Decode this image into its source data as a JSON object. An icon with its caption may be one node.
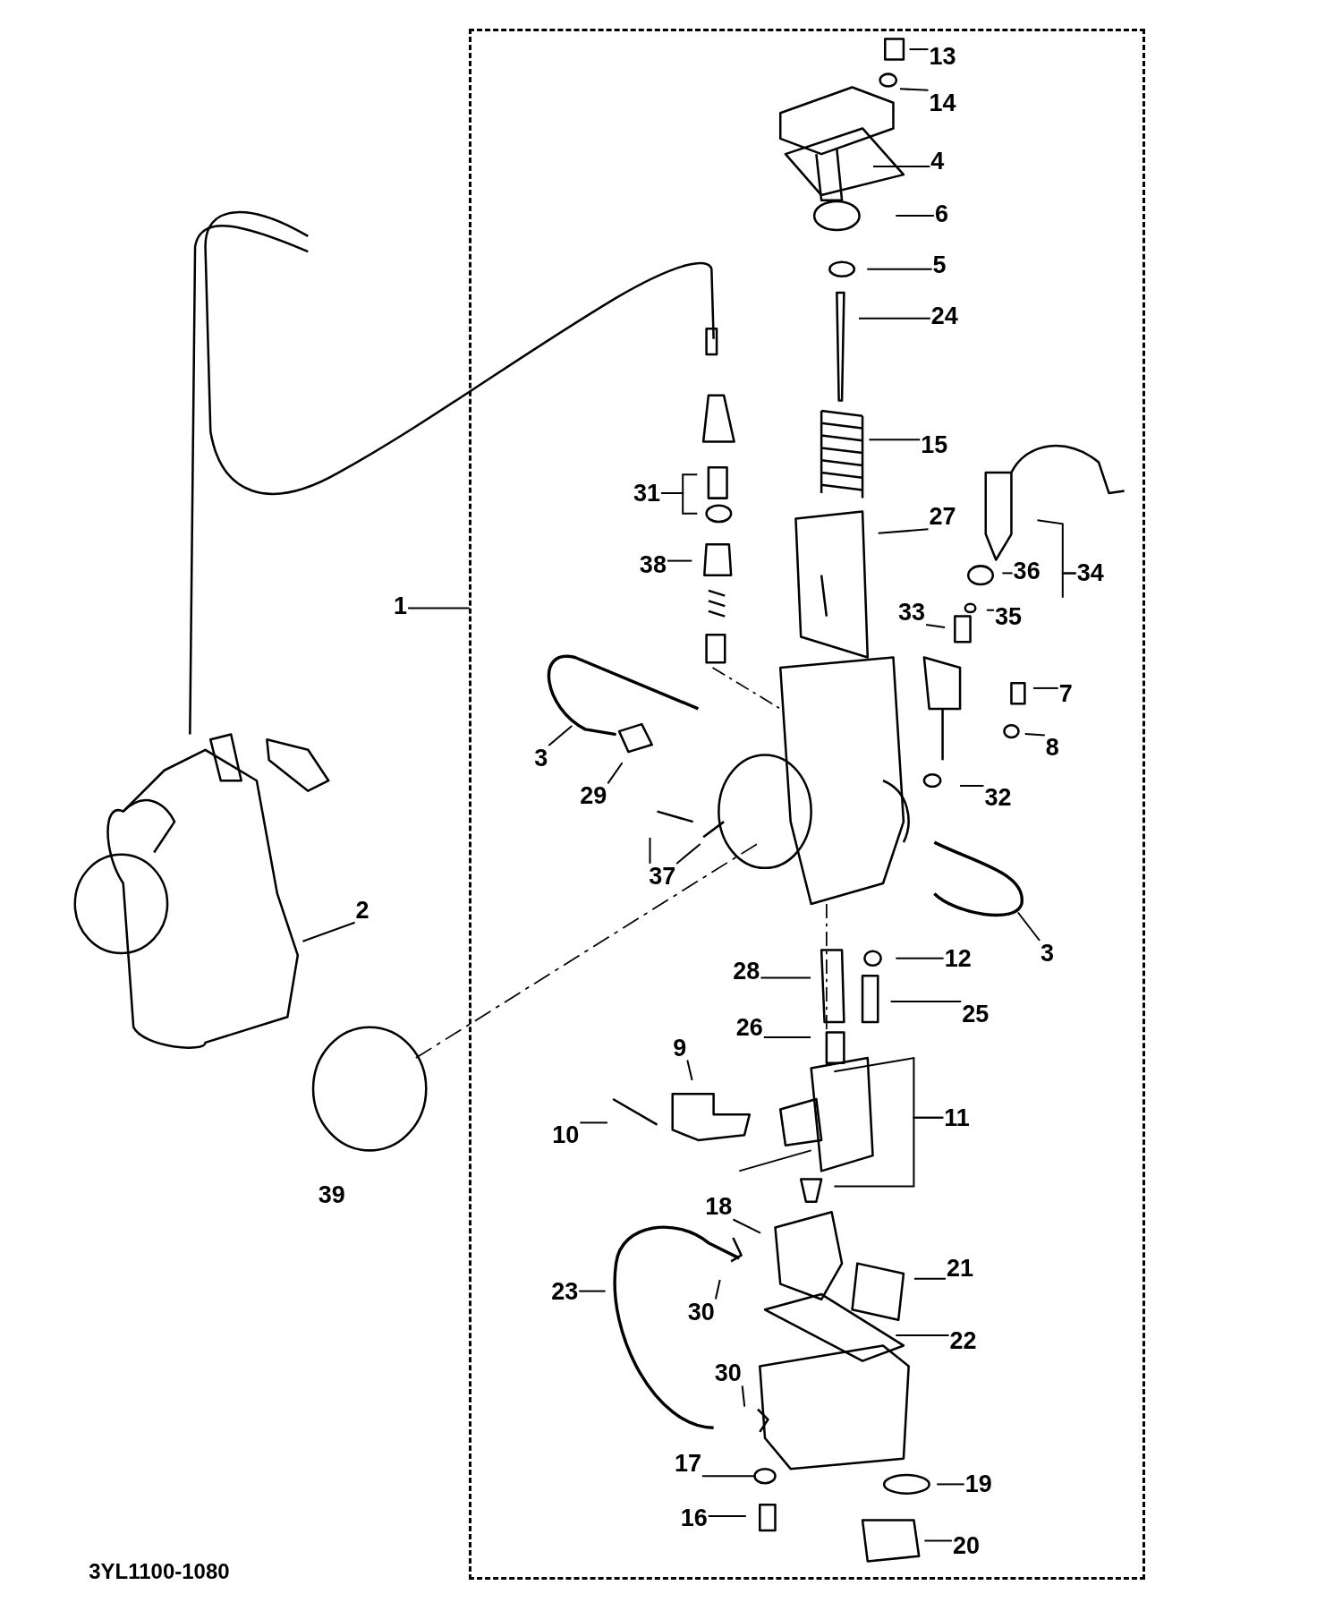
{
  "diagram": {
    "nodes": [
      {
        "text": [],
        "shape": "box"
      },
      {
        "text": [
          "13"
        ],
        "in": 0
      },
      {
        "text": [
          "14"
        ],
        "in": 0
      },
      {
        "text": [
          "4"
        ],
        "in": 0
      },
      {
        "text": [
          "6"
        ],
        "in": 0
      },
      {
        "text": [
          "5"
        ],
        "in": 0
      },
      {
        "text": [
          "24"
        ],
        "in": 0
      },
      {
        "text": [
          "15"
        ],
        "in": 0
      },
      {
        "text": [
          "31"
        ],
        "in": 0
      },
      {
        "text": [
          "27"
        ],
        "in": 0
      },
      {
        "text": [
          "38"
        ],
        "in": 0
      },
      {
        "text": [
          "36"
        ],
        "in": 0
      },
      {
        "text": [
          "34"
        ],
        "in": 0
      },
      {
        "text": [
          "1"
        ]
      },
      {
        "text": [
          "33"
        ],
        "in": 0
      },
      {
        "text": [
          "35"
        ],
        "in": 0
      },
      {
        "text": [
          "7"
        ],
        "in": 0
      },
      {
        "text": [
          "3"
        ],
        "in": 0
      },
      {
        "text": [
          "8"
        ],
        "in": 0
      },
      {
        "text": [
          "29"
        ],
        "in": 0
      },
      {
        "text": [
          "32"
        ],
        "in": 0
      },
      {
        "text": [
          "37"
        ],
        "in": 0
      },
      {
        "text": [
          "2"
        ]
      },
      {
        "text": [
          "3"
        ],
        "in": 0
      },
      {
        "text": [
          "12"
        ],
        "in": 0
      },
      {
        "text": [
          "28"
        ],
        "in": 0
      },
      {
        "text": [
          "25"
        ],
        "in": 0
      },
      {
        "text": [
          "26"
        ],
        "in": 0
      },
      {
        "text": [
          "9"
        ],
        "in": 0
      },
      {
        "text": [
          "10"
        ],
        "in": 0
      },
      {
        "text": [
          "11"
        ],
        "in": 0
      },
      {
        "text": [
          "39"
        ]
      },
      {
        "text": [
          "18"
        ],
        "in": 0
      },
      {
        "text": [
          "21"
        ],
        "in": 0
      },
      {
        "text": [
          "23"
        ],
        "in": 0
      },
      {
        "text": [
          "30"
        ],
        "in": 0
      },
      {
        "text": [
          "22"
        ],
        "in": 0
      },
      {
        "text": [
          "30"
        ],
        "in": 0
      },
      {
        "text": [
          "17"
        ],
        "in": 0
      },
      {
        "text": [
          "19"
        ],
        "in": 0
      },
      {
        "text": [
          "16"
        ],
        "in": 0
      },
      {
        "text": [
          "20"
        ],
        "in": 0
      }
    ],
    "edges": [
      {
        "from": 1,
        "to": null,
        "arrow": "none"
      },
      {
        "from": 2,
        "to": null,
        "arrow": "none"
      },
      {
        "from": 3,
        "to": null,
        "arrow": "none"
      },
      {
        "from": 4,
        "to": null,
        "arrow": "none"
      },
      {
        "from": 5,
        "to": null,
        "arrow": "none"
      },
      {
        "from": 6,
        "to": null,
        "arrow": "none"
      },
      {
        "from": 7,
        "to": null,
        "arrow": "none"
      },
      {
        "from": 8,
        "to": null,
        "arrow": "none"
      },
      {
        "from": 8,
        "to": null,
        "arrow": "none"
      },
      {
        "from": 9,
        "to": null,
        "arrow": "none"
      },
      {
        "from": 10,
        "to": null,
        "arrow": "none"
      },
      {
        "from": 11,
        "to": null,
        "arrow": "none"
      },
      {
        "from": 12,
        "to": null,
        "arrow": "none"
      },
      {
        "from": 12,
        "to": null,
        "arrow": "none"
      },
      {
        "from": 13,
        "to": 0,
        "arrow": "none"
      },
      {
        "from": 14,
        "to": null,
        "arrow": "none"
      },
      {
        "from": 15,
        "to": null,
        "arrow": "none"
      },
      {
        "from": 16,
        "to": null,
        "arrow": "none"
      },
      {
        "from": 17,
        "to": null,
        "arrow": "none"
      },
      {
        "from": 18,
        "to": null,
        "arrow": "none"
      },
      {
        "from": 19,
        "to": null,
        "arrow": "none"
      },
      {
        "from": 20,
        "to": null,
        "arrow": "none"
      },
      {
        "from": 21,
        "to": null,
        "arrow": "none"
      },
      {
        "from": 21,
        "to": null,
        "arrow": "none"
      },
      {
        "from": 22,
        "to": null,
        "arrow": "none"
      },
      {
        "from": 23,
        "to": null,
        "arrow": "none"
      },
      {
        "from": 24,
        "to": null,
        "arrow": "none"
      },
      {
        "from": 25,
        "to": null,
        "arrow": "none"
      },
      {
        "from": 26,
        "to": null,
        "arrow": "none"
      },
      {
        "from": 27,
        "to": null,
        "arrow": "none"
      },
      {
        "from": 28,
        "to": null,
        "arrow": "none"
      },
      {
        "from": 29,
        "to": null,
        "arrow": "none"
      },
      {
        "from": 30,
        "to": null,
        "arrow": "none"
      },
      {
        "from": 30,
        "to": null,
        "arrow": "none"
      },
      {
        "from": 32,
        "to": null,
        "arrow": "none"
      },
      {
        "from": 33,
        "to": null,
        "arrow": "none"
      },
      {
        "from": 34,
        "to": null,
        "arrow": "none"
      },
      {
        "from": 35,
        "to": null,
        "arrow": "none"
      },
      {
        "from": 36,
        "to": null,
        "arrow": "none"
      },
      {
        "from": 37,
        "to": null,
        "arrow": "none"
      },
      {
        "from": 38,
        "to": null,
        "arrow": "none"
      },
      {
        "from": 39,
        "to": null,
        "arrow": "none"
      },
      {
        "from": 40,
        "to": null,
        "arrow": "none"
      },
      {
        "from": 41,
        "to": null,
        "arrow": "none"
      }
    ],
    "labels": [
      "3YL1100-1080"
    ]
  }
}
